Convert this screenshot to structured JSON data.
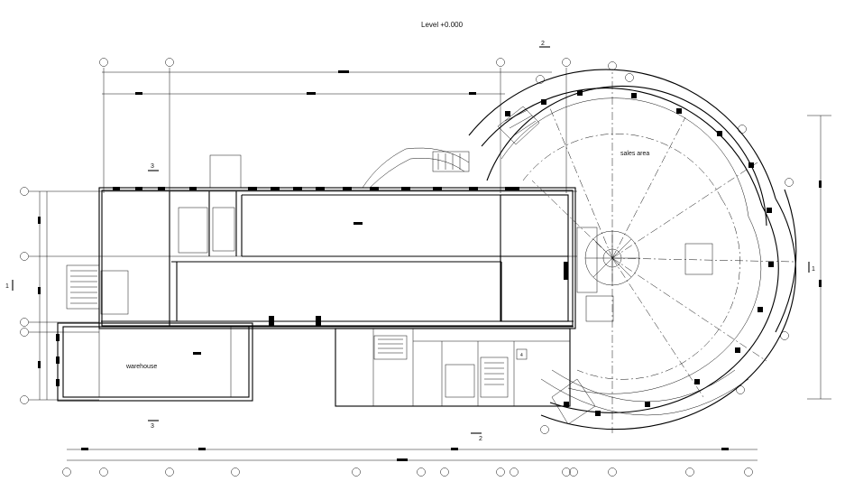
{
  "drawing": {
    "title": "Level +0.000",
    "rooms": {
      "sales_area": "sales area",
      "warehouse": "warehouse"
    },
    "section_marks": {
      "top": "2",
      "bottom": "2",
      "left_top": "3",
      "left_bottom": "3",
      "left_side": "1",
      "right_side": "1"
    },
    "stair_tag": "4"
  }
}
